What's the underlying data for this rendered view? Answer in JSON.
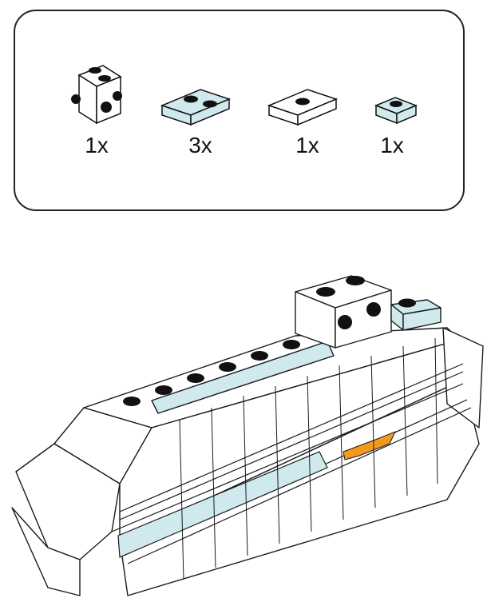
{
  "parts_list": {
    "items": [
      {
        "name": "white-brick-with-side-studs",
        "quantity": "1x",
        "color": "#ffffff"
      },
      {
        "name": "light-blue-plate-1x2",
        "quantity": "3x",
        "color": "#cfe9ef"
      },
      {
        "name": "white-jumper-plate-1x2",
        "quantity": "1x",
        "color": "#ffffff"
      },
      {
        "name": "light-blue-plate-1x1",
        "quantity": "1x",
        "color": "#cfe9ef"
      }
    ]
  },
  "colors": {
    "outline": "#1a1a1a",
    "trans_light_blue": "#cfe9ef",
    "white": "#ffffff",
    "orange": "#f39a1e",
    "stud": "#111111"
  }
}
